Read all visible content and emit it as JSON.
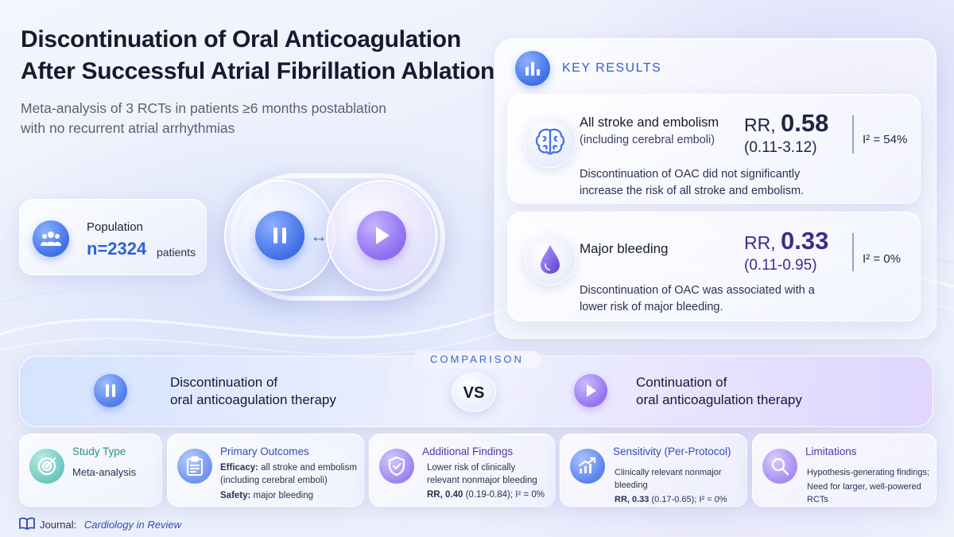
{
  "title_line1": "Discontinuation of Oral Anticoagulation",
  "title_line2": "After Successful Atrial Fibrillation Ablation",
  "subtitle_line1": "Meta-analysis of 3 RCTs in patients ≥6 months postablation",
  "subtitle_line2": "with no recurrent atrial arrhythmias",
  "population": {
    "label": "Population",
    "value": "n=2324",
    "unit": "patients",
    "icon": "people-icon"
  },
  "hero": {
    "left_icon": "pause-icon",
    "right_icon": "play-icon",
    "arrow": "↔"
  },
  "key_results": {
    "heading": "KEY RESULTS",
    "icon": "bar-chart-icon",
    "items": [
      {
        "icon": "brain-icon",
        "name": "All stroke and embolism",
        "sub": "(including cerebral emboli)",
        "rr_prefix": "RR, ",
        "rr_value": "0.58",
        "ci": "(0.11-3.12)",
        "i2": "I² = 54%",
        "desc": "Discontinuation of OAC did not significantly increase the risk of all stroke and embolism."
      },
      {
        "icon": "blood-drop-icon",
        "name": "Major bleeding",
        "sub": "",
        "rr_prefix": "RR, ",
        "rr_value": "0.33",
        "ci": "(0.11-0.95)",
        "i2": "I² = 0%",
        "desc": "Discontinuation of OAC was associated with a lower risk of major bleeding."
      }
    ]
  },
  "comparison": {
    "label": "COMPARISON",
    "left_line1": "Discontinuation of",
    "left_line2": "oral anticoagulation therapy",
    "vs": "VS",
    "right_line1": "Continuation of",
    "right_line2": "oral anticoagulation therapy"
  },
  "cards": [
    {
      "icon": "target-icon",
      "title": "Study Type",
      "title_color": "#2a8f8a",
      "body": "Meta-analysis"
    },
    {
      "icon": "clipboard-icon",
      "title": "Primary Outcomes",
      "title_color": "#2f4fb0",
      "eff_label": "Efficacy:",
      "eff_text": " all stroke and embolism (including cerebral emboli)",
      "saf_label": "Safety:",
      "saf_text": " major bleeding"
    },
    {
      "icon": "shield-check-icon",
      "title": "Additional Findings",
      "title_color": "#4a3aa8",
      "body1": "Lower risk of clinically relevant nonmajor bleeding",
      "rr_label": "RR, 0.40",
      "rr_text": " (0.19-0.84); I² = 0%"
    },
    {
      "icon": "trend-up-icon",
      "title": "Sensitivity (Per-Protocol)",
      "title_color": "#2f4fb0",
      "body1": "Clinically relevant nonmajor bleeding",
      "rr_label": "RR, 0.33",
      "rr_text": " (0.17-0.65); I² = 0%"
    },
    {
      "icon": "magnifier-icon",
      "title": "Limitations",
      "title_color": "#4a3aa8",
      "body1": "Hypothesis-generating findings;",
      "body2": "Need for larger, well-powered RCTs"
    }
  ],
  "journal": {
    "icon": "book-icon",
    "label": "Journal: ",
    "name": "Cardiology in Review"
  },
  "colors": {
    "accent_blue": "#3f6fe8",
    "accent_purple": "#8d6ef0",
    "title": "#151a2e"
  }
}
